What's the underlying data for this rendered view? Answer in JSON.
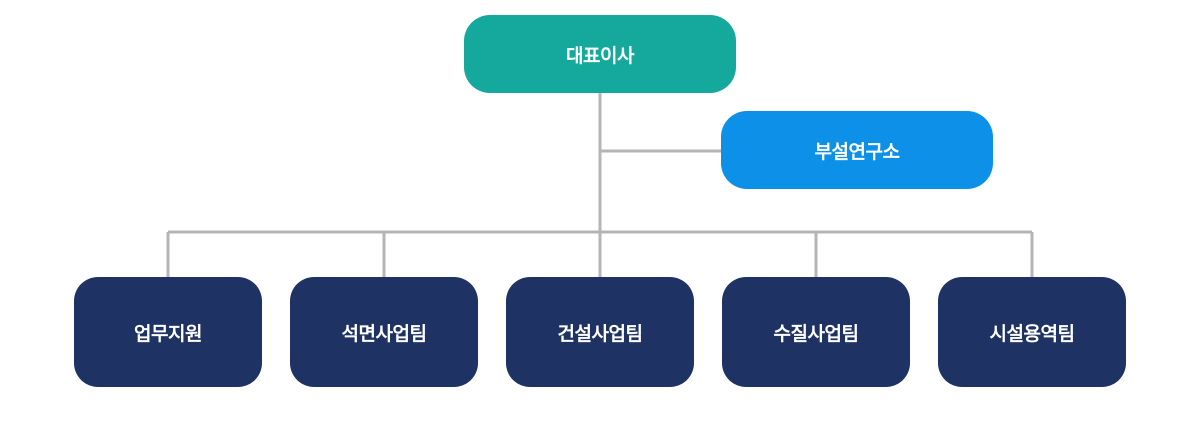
{
  "org_chart": {
    "ceo": {
      "label": "대표이사",
      "color": "#14a99c"
    },
    "research_lab": {
      "label": "부설연구소",
      "color": "#0c90e8"
    },
    "teams": [
      {
        "label": "업무지원"
      },
      {
        "label": "석면사업팀"
      },
      {
        "label": "건설사업팀"
      },
      {
        "label": "수질사업팀"
      },
      {
        "label": "시설용역팀"
      }
    ],
    "team_color": "#1e3264",
    "connector_color": "#b5b5b5"
  }
}
